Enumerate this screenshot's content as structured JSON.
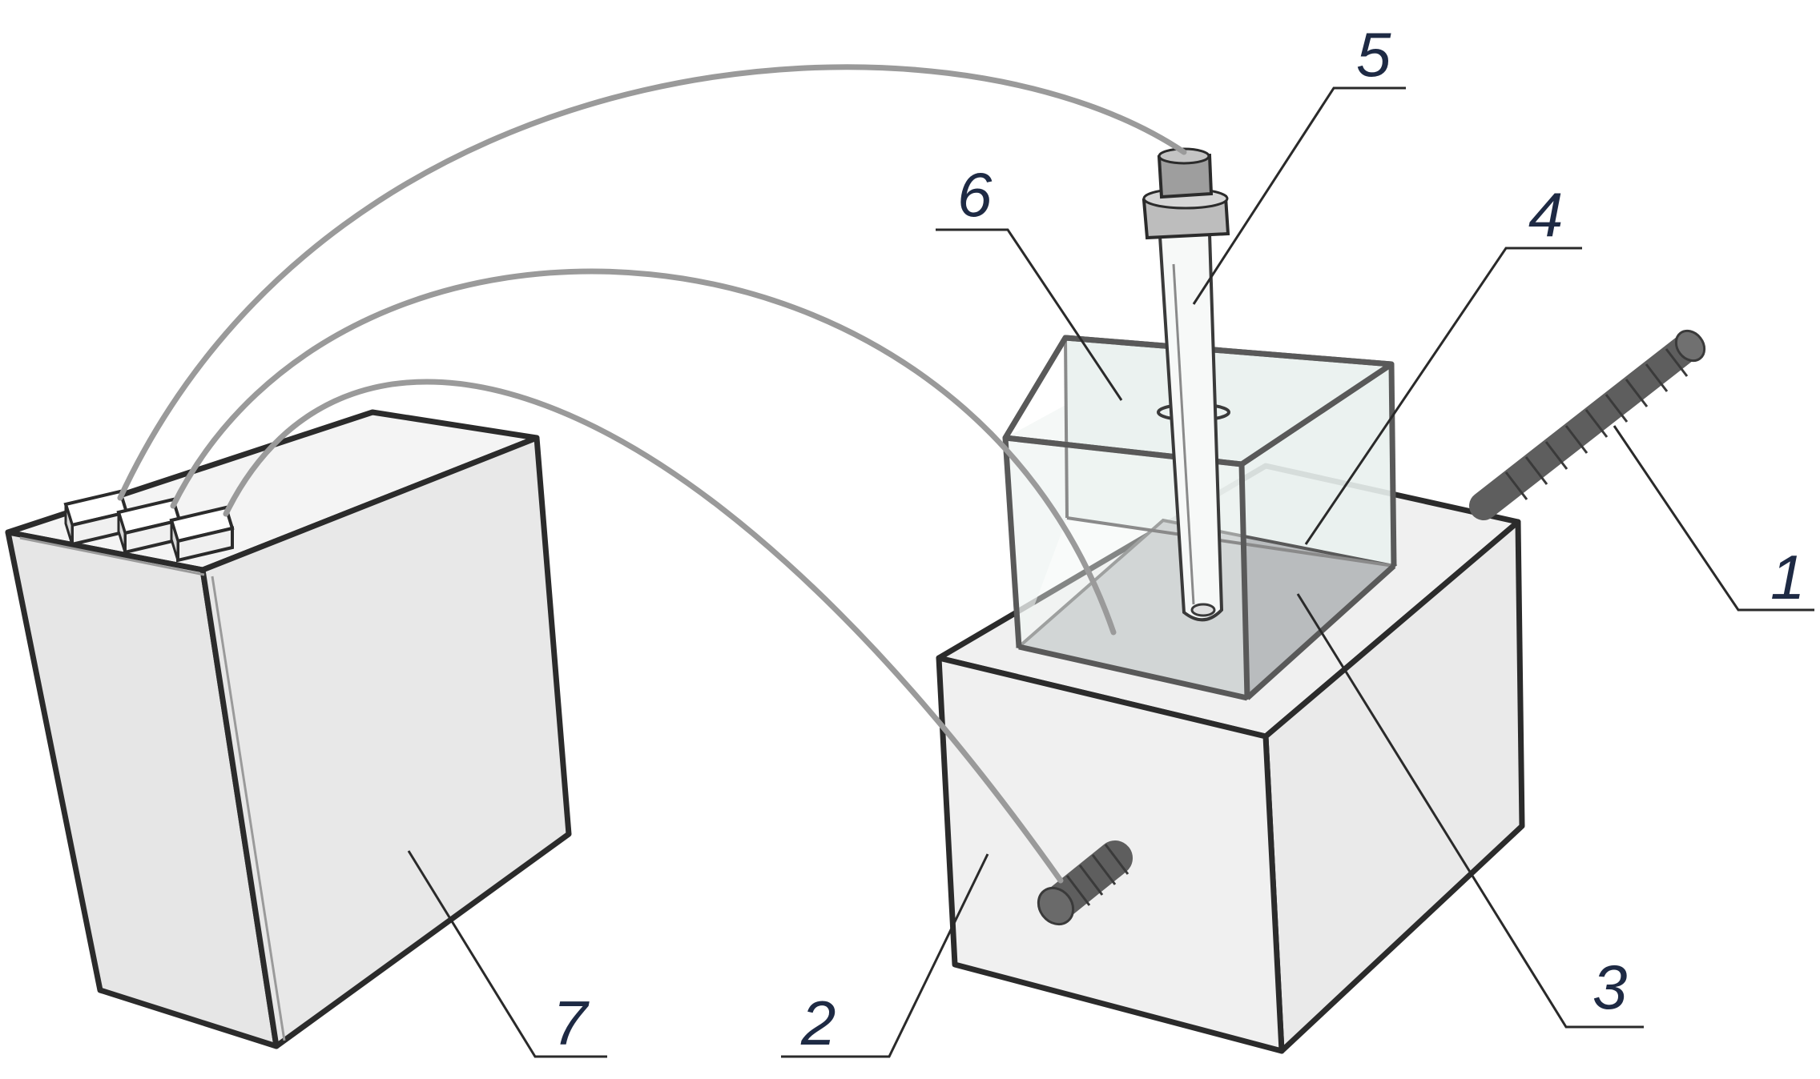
{
  "labels": [
    {
      "id": "1",
      "text": "1"
    },
    {
      "id": "2",
      "text": "2"
    },
    {
      "id": "3",
      "text": "3"
    },
    {
      "id": "4",
      "text": "4"
    },
    {
      "id": "5",
      "text": "5"
    },
    {
      "id": "6",
      "text": "6"
    },
    {
      "id": "7",
      "text": "7"
    }
  ],
  "colors": {
    "outline": "#2b2b2b",
    "box_face_light": "#efefef",
    "box_face_mid": "#e6e6e6",
    "box_top": "#f4f4f4",
    "bath_fill": "#b9bcbe",
    "glass_tint": "#e9f1ee",
    "wire": "#9a9a9a",
    "rod": "#5e5e5e",
    "label_text": "#1e2a44"
  }
}
